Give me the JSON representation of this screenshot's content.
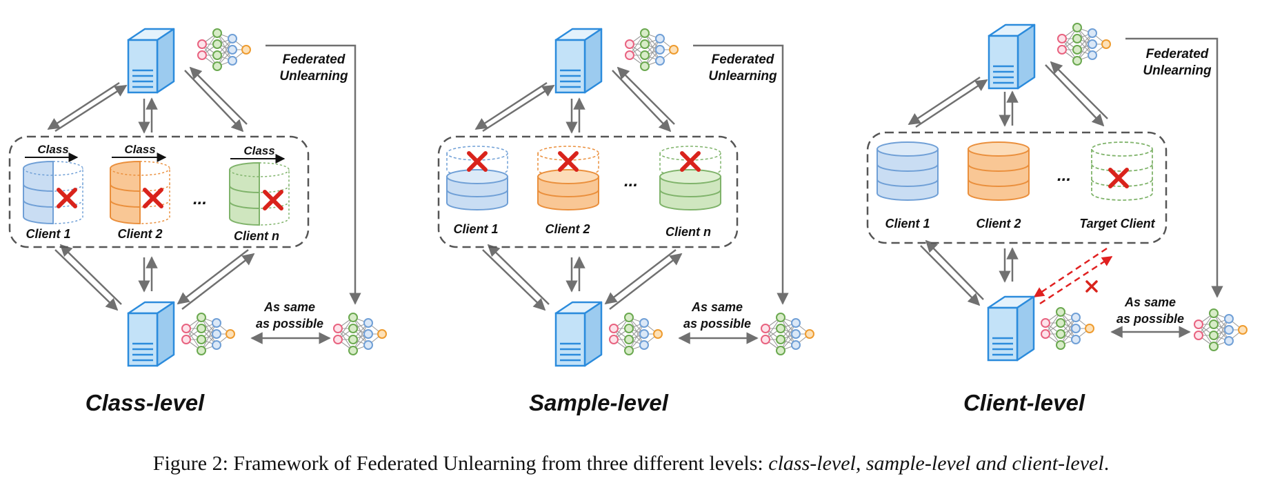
{
  "panels": [
    {
      "title": "Class-level",
      "fu_label_1": "Federated",
      "fu_label_2": "Unlearning",
      "same_1": "As same",
      "same_2": "as possible",
      "class_label": "Class",
      "ellipsis": "...",
      "clients": [
        "Client 1",
        "Client 2",
        "Client n"
      ]
    },
    {
      "title": "Sample-level",
      "fu_label_1": "Federated",
      "fu_label_2": "Unlearning",
      "same_1": "As same",
      "same_2": "as possible",
      "ellipsis": "...",
      "clients": [
        "Client 1",
        "Client 2",
        "Client n"
      ]
    },
    {
      "title": "Client-level",
      "fu_label_1": "Federated",
      "fu_label_2": "Unlearning",
      "same_1": "As same",
      "same_2": "as possible",
      "ellipsis": "...",
      "clients": [
        "Client 1",
        "Client 2",
        "Target Client"
      ]
    }
  ],
  "caption": {
    "prefix": "Figure 2: Framework of Federated Unlearning from three different levels: ",
    "italic": "class-level, sample-level and client-level",
    "suffix": "."
  },
  "colors": {
    "blue_fill": "#c9ddf3",
    "blue_stroke": "#6f9fd6",
    "orange_fill": "#f9c795",
    "orange_stroke": "#ea8f3c",
    "green_fill": "#cfe6bf",
    "green_stroke": "#7fb36a",
    "server_fill": "#bfe0f7",
    "server_stroke": "#2b8bdc",
    "cross": "#d9231b",
    "arrow": "#707070"
  }
}
